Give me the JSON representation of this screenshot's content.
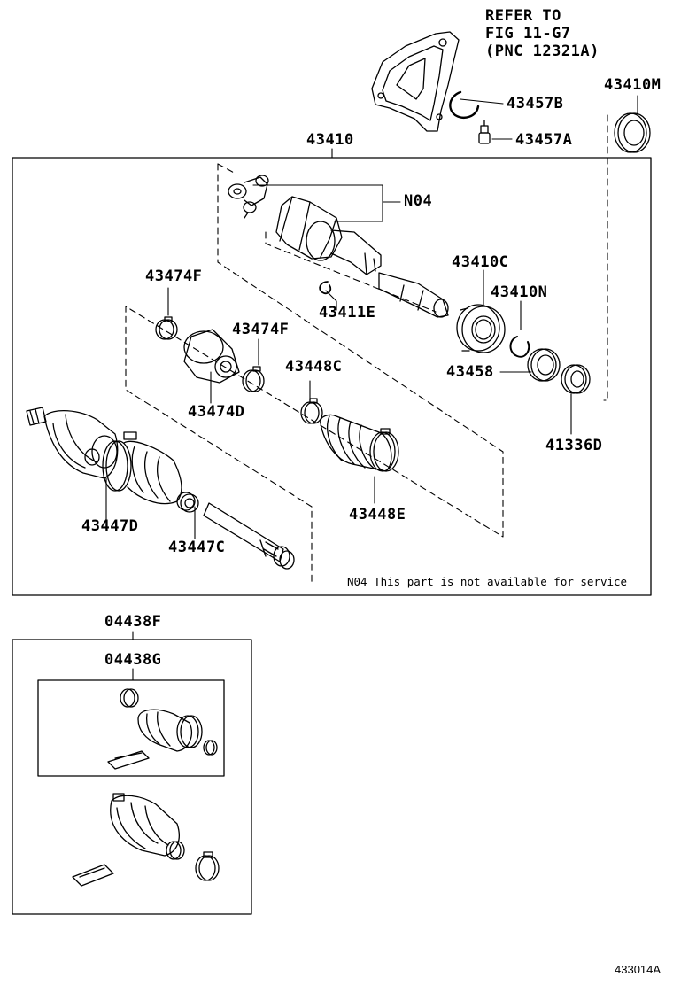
{
  "refer_note": {
    "line1": "REFER TO",
    "line2": "FIG 11-G7",
    "line3": "(PNC 12321A)"
  },
  "labels": {
    "p43410M": "43410M",
    "p43457B": "43457B",
    "p43457A": "43457A",
    "p43410": "43410",
    "pN04": "N04",
    "p43474F_a": "43474F",
    "p43410C": "43410C",
    "p43410N": "43410N",
    "p43411E": "43411E",
    "p43474F_b": "43474F",
    "p43448C": "43448C",
    "p43458": "43458",
    "p43474D": "43474D",
    "p41336D": "41336D",
    "p43448E": "43448E",
    "p43447D": "43447D",
    "p43447C": "43447C",
    "p04438F": "04438F",
    "p04438G": "04438G"
  },
  "service_note": "N04 This part is not available for service",
  "figure_number": "433014A"
}
